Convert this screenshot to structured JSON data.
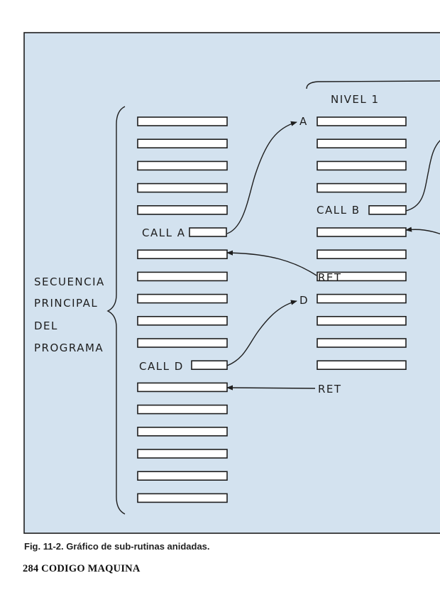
{
  "colors": {
    "panel": "#d3e2ef",
    "ink": "#1e1e1e"
  },
  "main_sequence": {
    "label_lines": [
      "SECUENCIA",
      "PRINCIPAL",
      "DEL",
      "PROGRAMA"
    ],
    "call_a": "CALL A",
    "call_d": "CALL D",
    "instruction_count": 18
  },
  "level1": {
    "title": "NIVEL 1",
    "entry_a": "A",
    "entry_d": "D",
    "call_b": "CALL B",
    "ret_1": "RET",
    "ret_2": "RET",
    "instruction_count": 12
  },
  "caption": "Fig. 11-2. Gráfico de sub-rutinas anidadas.",
  "footer": "284 CODIGO MAQUINA"
}
